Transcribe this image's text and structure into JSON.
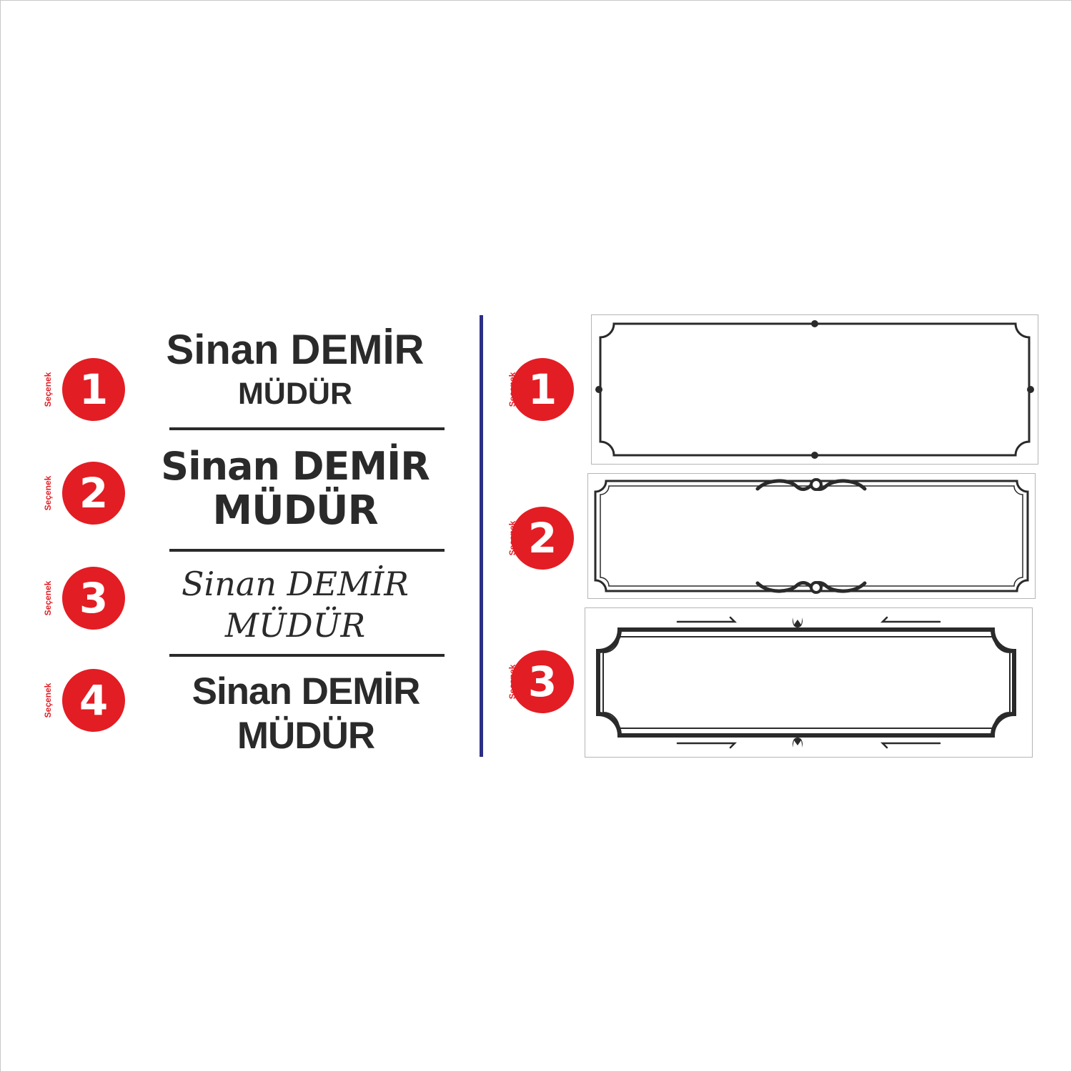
{
  "colors": {
    "accent": "#e31d24",
    "text": "#2a2a2a",
    "divider": "#2b2f85"
  },
  "option_label": "Seçenek",
  "font_options": [
    {
      "number": "1",
      "name": "Sinan DEMİR",
      "title": "MÜDÜR"
    },
    {
      "number": "2",
      "name": "Sinan DEMİR",
      "title": "MÜDÜR"
    },
    {
      "number": "3",
      "name": "Sinan DEMİR",
      "title": "MÜDÜR"
    },
    {
      "number": "4",
      "name": "Sinan DEMİR",
      "title": "MÜDÜR"
    }
  ],
  "frame_options": [
    {
      "number": "1",
      "style": "dot-corner-frame"
    },
    {
      "number": "2",
      "style": "scroll-ornament-frame"
    },
    {
      "number": "3",
      "style": "tulip-arrow-frame"
    }
  ]
}
